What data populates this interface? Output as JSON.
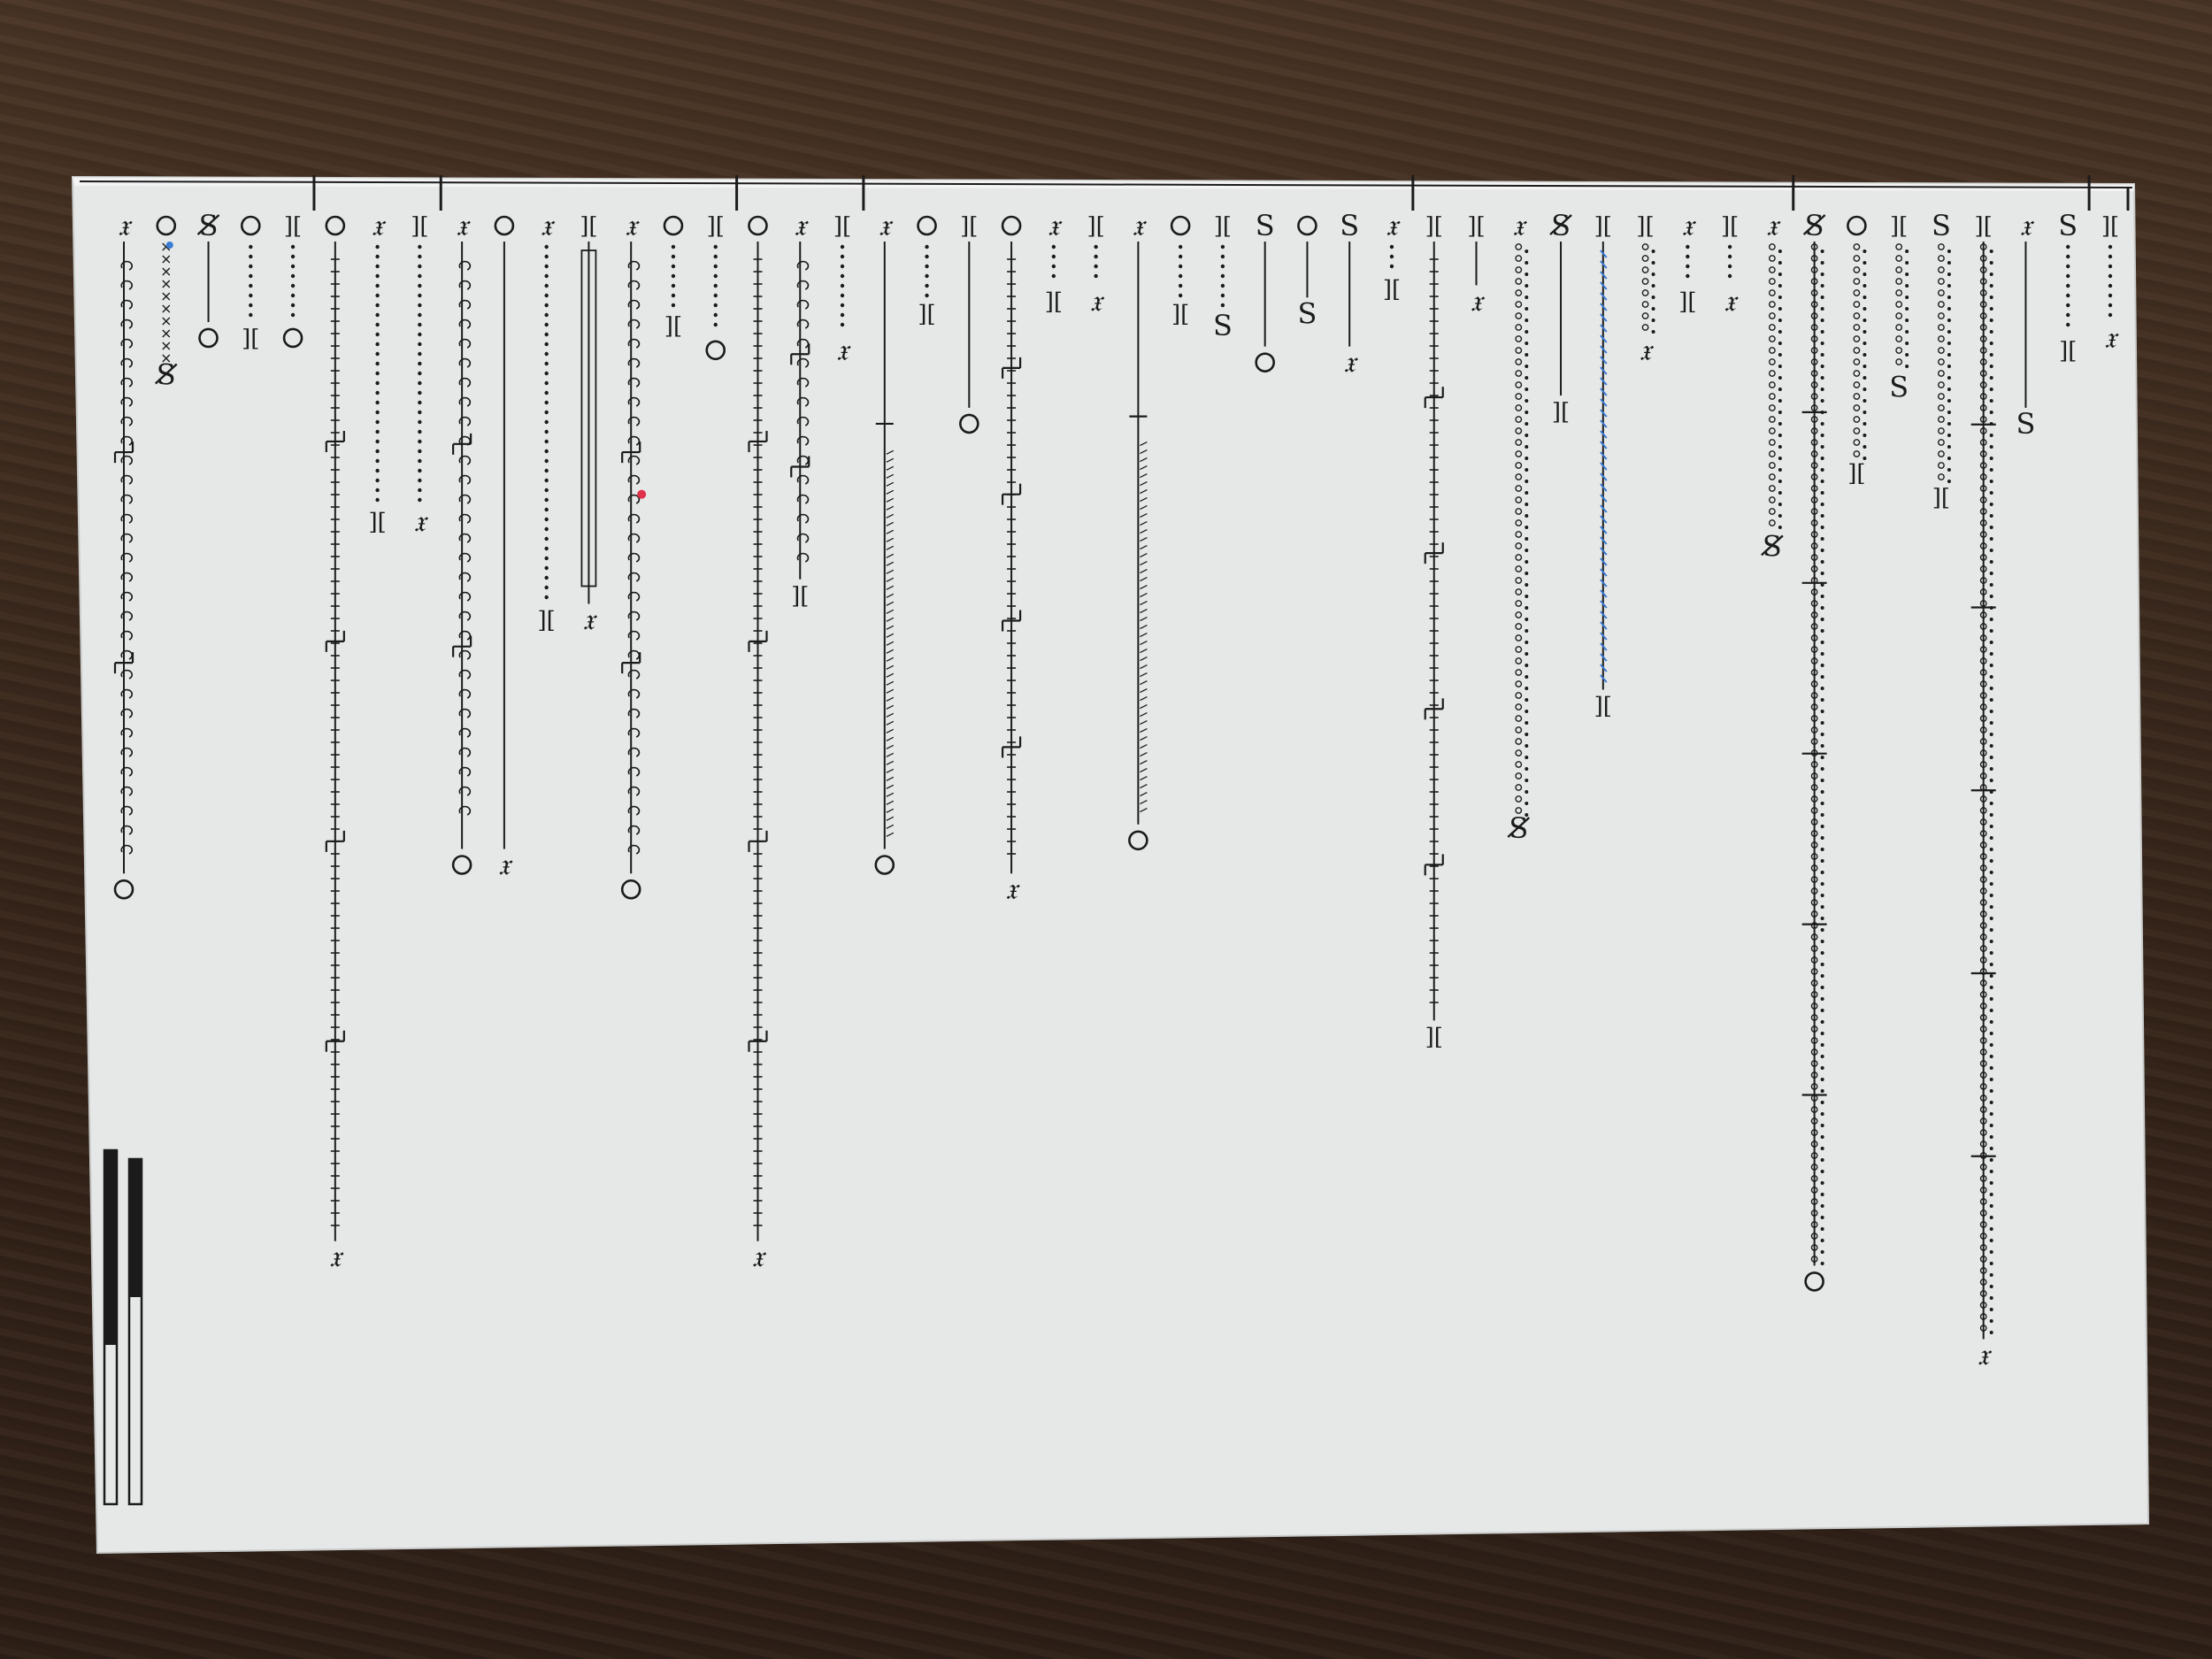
{
  "scene": {
    "description_free": true,
    "colors": {
      "table": "#3b2a1f",
      "paper": "#e6e8e7",
      "ink": "#1b1b1b",
      "accent_blue": "#3a7bd5",
      "accent_red": "#e0304a"
    },
    "glyphs": {
      "x": "𝔵",
      "o": "o",
      "s": "S",
      "crossed_s": "S̸",
      "bracket": "][",
      "e_loop": "e"
    }
  },
  "columns": [
    {
      "start": "x",
      "end": "o",
      "kind": "eloop",
      "len": 0.52
    },
    {
      "start": "o",
      "end": "crossed_s",
      "kind": "xmarks",
      "len": 0.1,
      "accent": "blue"
    },
    {
      "start": "crossed_s",
      "end": "o",
      "kind": "plain",
      "len": 0.07
    },
    {
      "start": "o",
      "end": "bracket",
      "kind": "dots",
      "len": 0.07
    },
    {
      "start": "bracket",
      "end": "o",
      "kind": "dots",
      "len": 0.07
    },
    {
      "start": "o",
      "end": "x",
      "kind": "ticks",
      "len": 0.82
    },
    {
      "start": "x",
      "end": "bracket",
      "kind": "dots",
      "len": 0.22
    },
    {
      "start": "bracket",
      "end": "x",
      "kind": "dots",
      "len": 0.22
    },
    {
      "start": "x",
      "end": "o",
      "kind": "eloop",
      "len": 0.5
    },
    {
      "start": "o",
      "end": "x",
      "kind": "plain",
      "len": 0.5
    },
    {
      "start": "x",
      "end": "bracket",
      "kind": "dots",
      "len": 0.3
    },
    {
      "start": "bracket",
      "end": "x",
      "kind": "box",
      "len": 0.3
    },
    {
      "start": "x",
      "end": "o",
      "kind": "eloop",
      "len": 0.52,
      "accent": "red"
    },
    {
      "start": "o",
      "end": "bracket",
      "kind": "dots",
      "len": 0.06
    },
    {
      "start": "bracket",
      "end": "o",
      "kind": "dots",
      "len": 0.08
    },
    {
      "start": "o",
      "end": "x",
      "kind": "ticks",
      "len": 0.82
    },
    {
      "start": "x",
      "end": "bracket",
      "kind": "eloop",
      "len": 0.28
    },
    {
      "start": "bracket",
      "end": "x",
      "kind": "dots",
      "len": 0.08
    },
    {
      "start": "x",
      "end": "o",
      "kind": "slash",
      "len": 0.5
    },
    {
      "start": "o",
      "end": "bracket",
      "kind": "dots",
      "len": 0.05
    },
    {
      "start": "bracket",
      "end": "o",
      "kind": "plain",
      "len": 0.14
    },
    {
      "start": "o",
      "end": "x",
      "kind": "ticks",
      "len": 0.52
    },
    {
      "start": "x",
      "end": "bracket",
      "kind": "dots",
      "len": 0.04
    },
    {
      "start": "bracket",
      "end": "x",
      "kind": "dots",
      "len": 0.04
    },
    {
      "start": "x",
      "end": "o",
      "kind": "slash",
      "len": 0.48
    },
    {
      "start": "o",
      "end": "bracket",
      "kind": "dots",
      "len": 0.05
    },
    {
      "start": "bracket",
      "end": "s",
      "kind": "dots",
      "len": 0.06
    },
    {
      "start": "s",
      "end": "o",
      "kind": "plain",
      "len": 0.09
    },
    {
      "start": "o",
      "end": "s",
      "kind": "plain",
      "len": 0.05
    },
    {
      "start": "s",
      "end": "x",
      "kind": "plain",
      "len": 0.09
    },
    {
      "start": "x",
      "end": "bracket",
      "kind": "dots",
      "len": 0.03
    },
    {
      "start": "bracket",
      "end": "bracket",
      "kind": "ticks",
      "len": 0.64
    },
    {
      "start": "bracket",
      "end": "x",
      "kind": "plain",
      "len": 0.04
    },
    {
      "start": "x",
      "end": "crossed_s",
      "kind": "circles",
      "len": 0.47
    },
    {
      "start": "crossed_s",
      "end": "bracket",
      "kind": "plain",
      "len": 0.13
    },
    {
      "start": "bracket",
      "end": "bracket",
      "kind": "hatch_blue",
      "len": 0.37,
      "accent": "blue"
    },
    {
      "start": "bracket",
      "end": "x",
      "kind": "circles",
      "len": 0.08
    },
    {
      "start": "x",
      "end": "bracket",
      "kind": "dots",
      "len": 0.04
    },
    {
      "start": "bracket",
      "end": "x",
      "kind": "dots",
      "len": 0.04
    },
    {
      "start": "x",
      "end": "crossed_s",
      "kind": "circles",
      "len": 0.24
    },
    {
      "start": "crossed_s",
      "end": "o",
      "kind": "circles_tick",
      "len": 0.84
    },
    {
      "start": "o",
      "end": "bracket",
      "kind": "circles",
      "len": 0.18
    },
    {
      "start": "bracket",
      "end": "s",
      "kind": "circles",
      "len": 0.11
    },
    {
      "start": "s",
      "end": "bracket",
      "kind": "circles",
      "len": 0.2
    },
    {
      "start": "bracket",
      "end": "x",
      "kind": "circles_tick",
      "len": 0.9
    },
    {
      "start": "x",
      "end": "s",
      "kind": "plain",
      "len": 0.14
    },
    {
      "start": "s",
      "end": "bracket",
      "kind": "dots",
      "len": 0.08
    },
    {
      "start": "bracket",
      "end": "x",
      "kind": "dots",
      "len": 0.07
    }
  ],
  "group_dividers": [
    5,
    8,
    15,
    18,
    31,
    40,
    47
  ],
  "legend_bars": 2
}
